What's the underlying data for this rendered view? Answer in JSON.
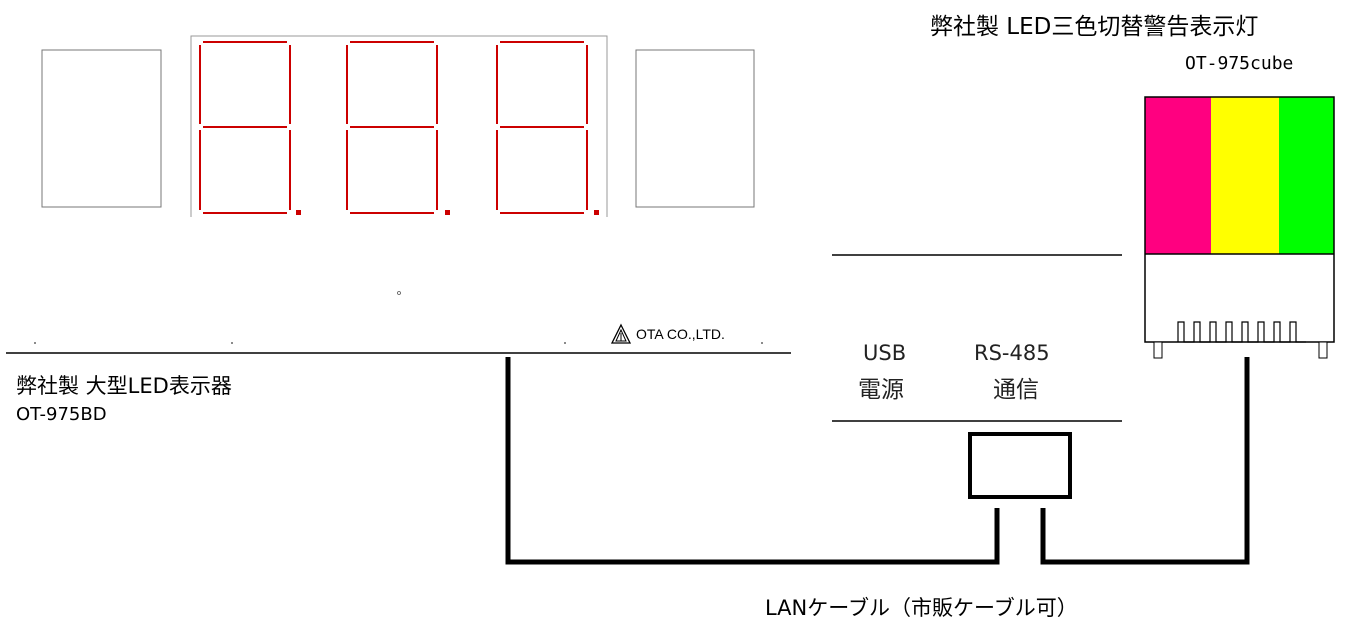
{
  "display_unit": {
    "label": "弊社製  大型LED表示器",
    "model": "OT-975BD",
    "digits_shown": 3,
    "segment_color": "#cc0000",
    "logo_text": "OTA CO.,LTD."
  },
  "tower_light": {
    "label": "弊社製  LED三色切替警告表示灯",
    "model": "OT-975cube",
    "colors": [
      "#ff0080",
      "#ffff00",
      "#00ff00"
    ]
  },
  "io_box": {
    "usb_line1": "USB",
    "usb_line2": "電源",
    "rs_line1": "RS-485",
    "rs_line2": "通信"
  },
  "cable": {
    "label": "LANケーブル（市販ケーブル可）"
  }
}
